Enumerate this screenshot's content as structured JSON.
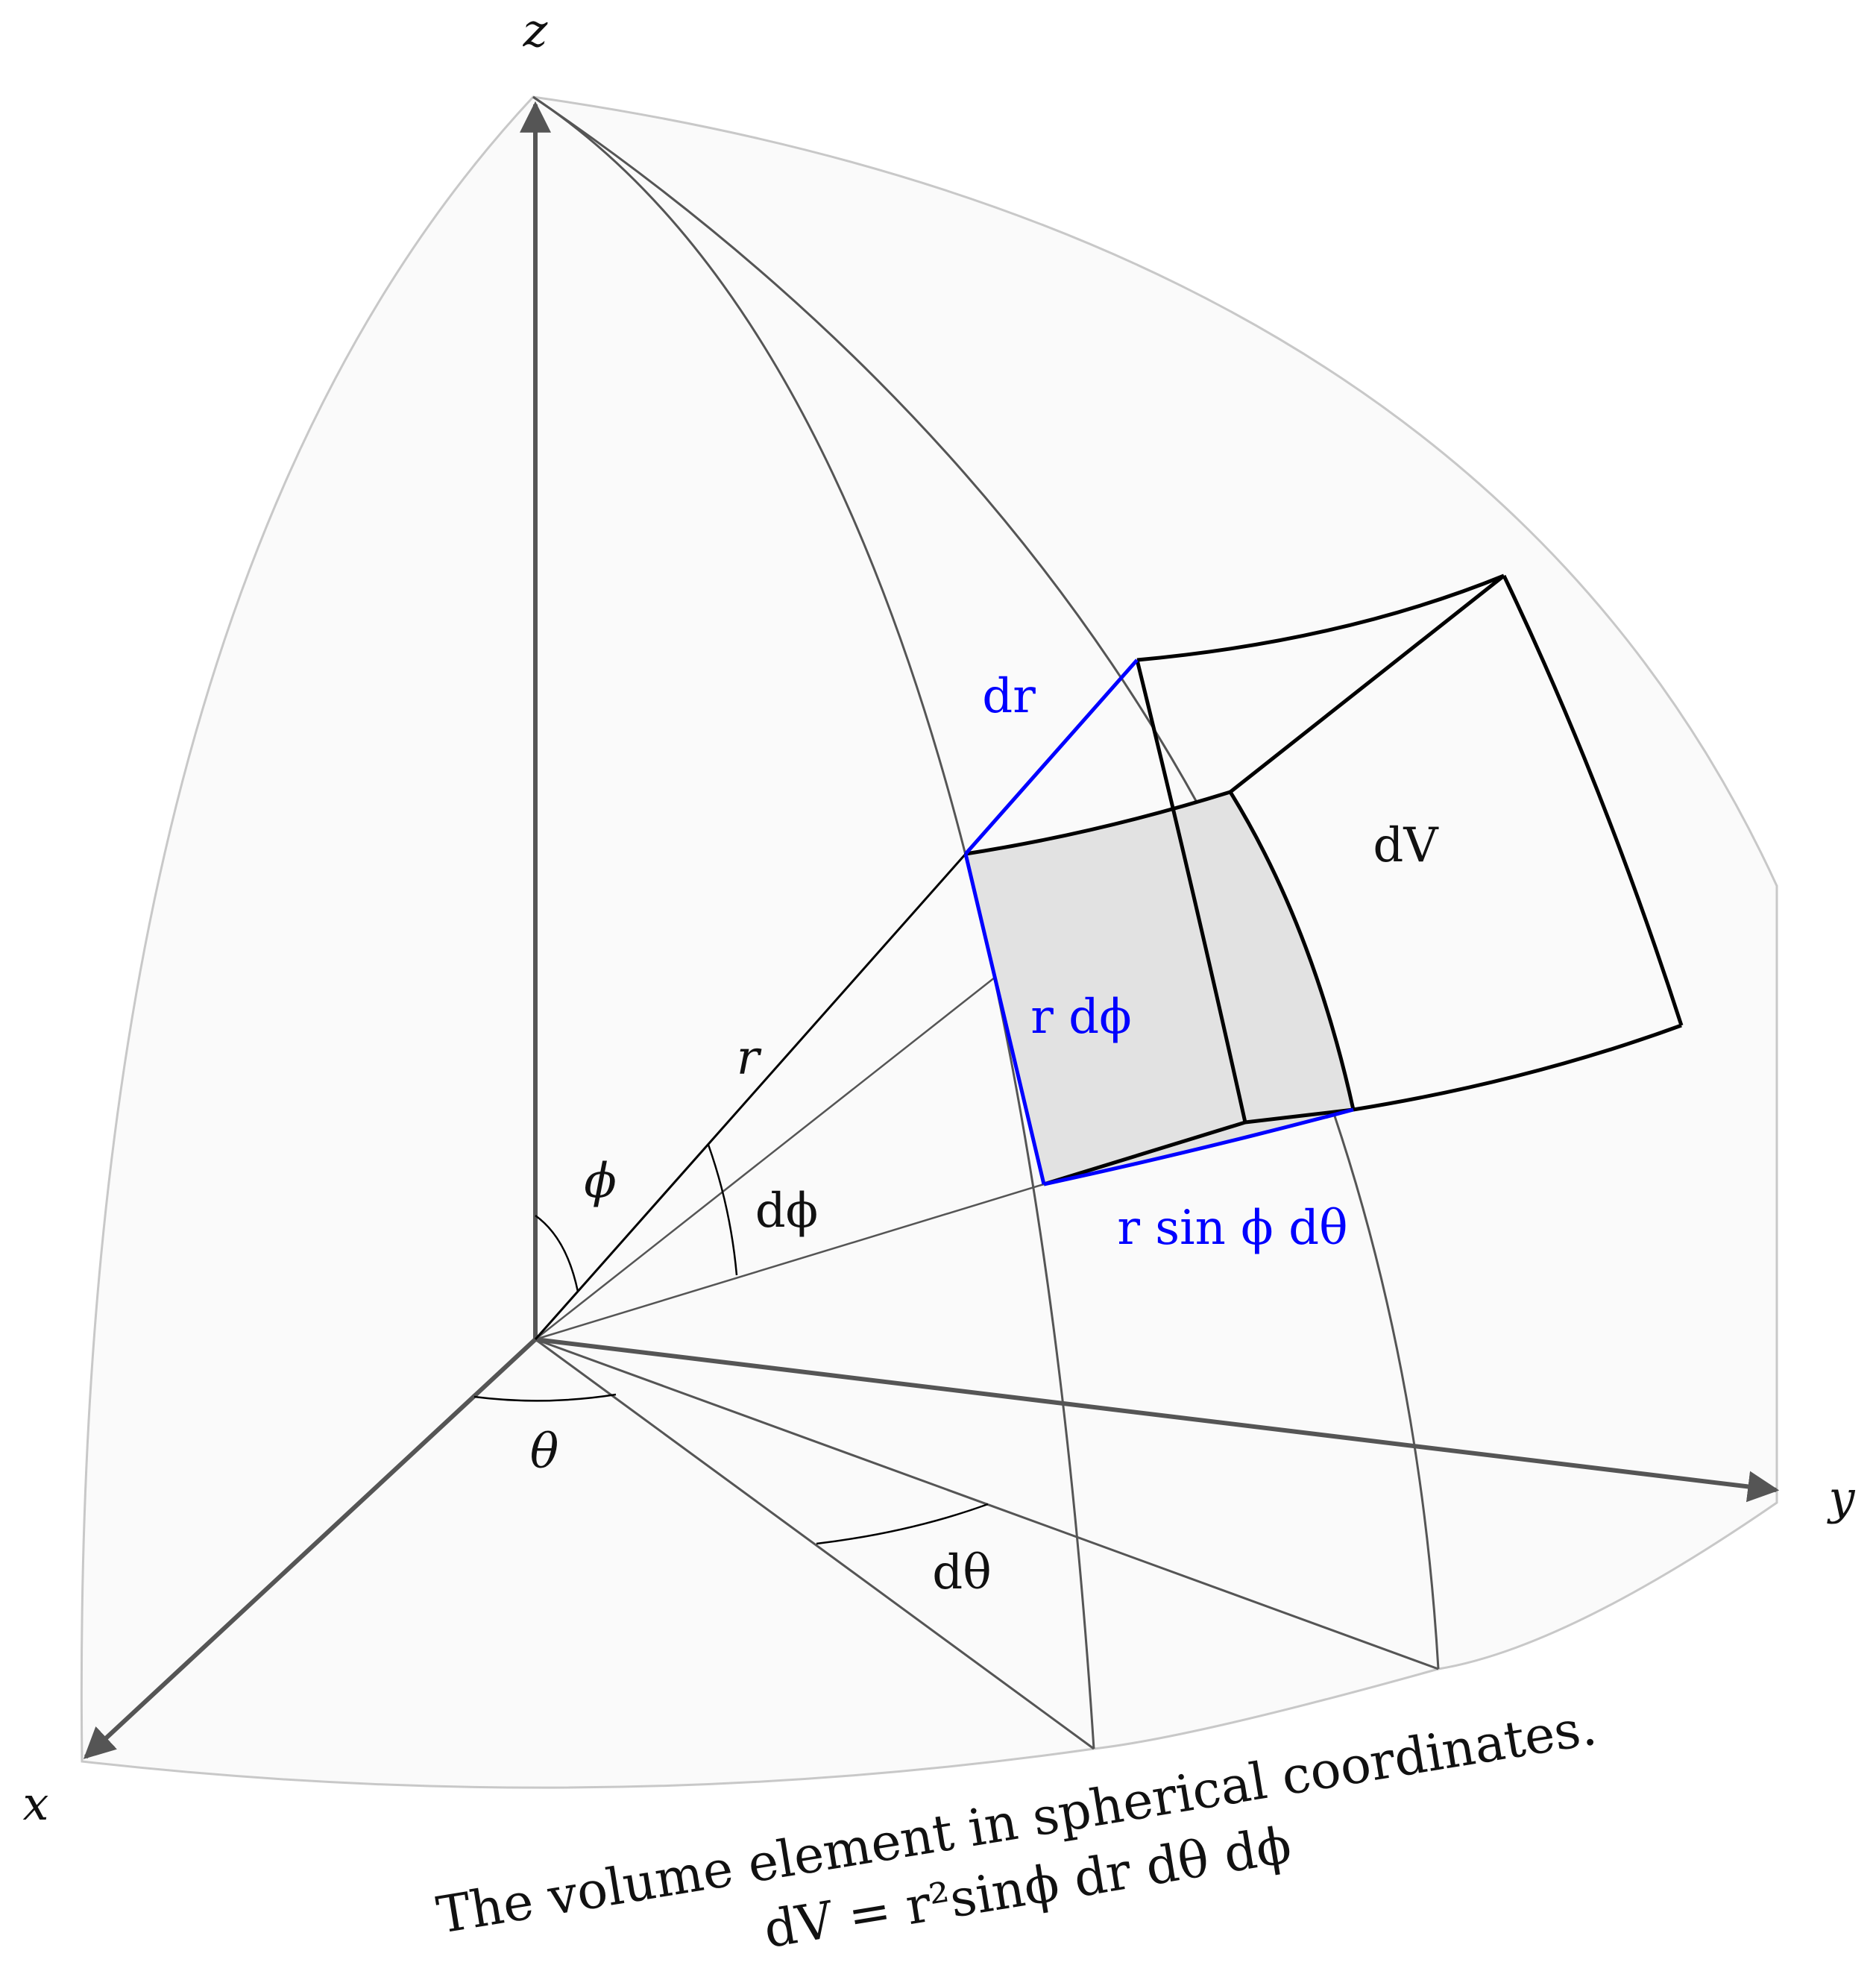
{
  "axes": {
    "x": "x",
    "y": "y",
    "z": "z"
  },
  "angles": {
    "phi": "ϕ",
    "dphi": "dϕ",
    "theta": "θ",
    "dtheta": "dθ"
  },
  "edges": {
    "radius": "r",
    "dr": "dr",
    "r_dphi": "r dϕ",
    "r_sin_phi_dtheta": "r sin ϕ dθ"
  },
  "volume": {
    "label": "dV"
  },
  "caption": {
    "line1": "The volume element in spherical coordinates.",
    "line2": "dV = r²sinϕ dr dθ dϕ"
  },
  "colors": {
    "axis": "#555555",
    "outline": "#c8c8c8",
    "octant_fill": "#fafafa",
    "highlight": "#0000ff",
    "shaded_face": "#e2e2e2",
    "box": "#000000"
  }
}
